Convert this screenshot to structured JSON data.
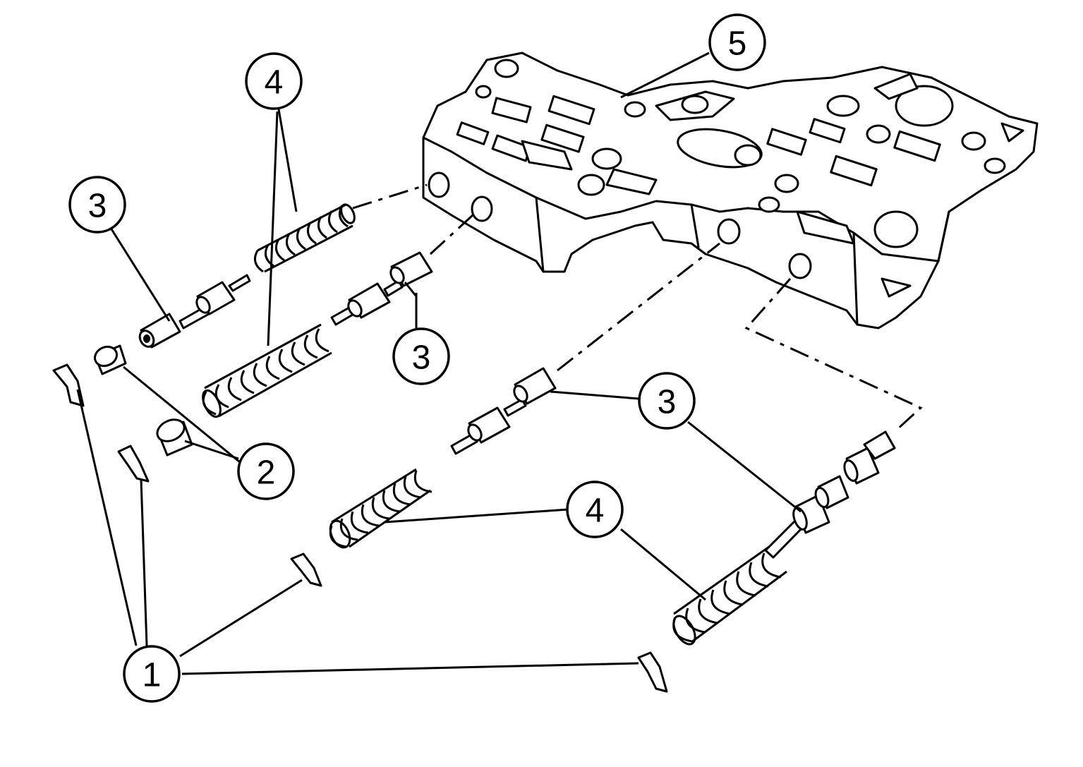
{
  "callouts": [
    {
      "id": "c5",
      "label": "5"
    },
    {
      "id": "c4a",
      "label": "4"
    },
    {
      "id": "c3a",
      "label": "3"
    },
    {
      "id": "c3b",
      "label": "3"
    },
    {
      "id": "c3c",
      "label": "3"
    },
    {
      "id": "c2",
      "label": "2"
    },
    {
      "id": "c4b",
      "label": "4"
    },
    {
      "id": "c1",
      "label": "1"
    }
  ]
}
